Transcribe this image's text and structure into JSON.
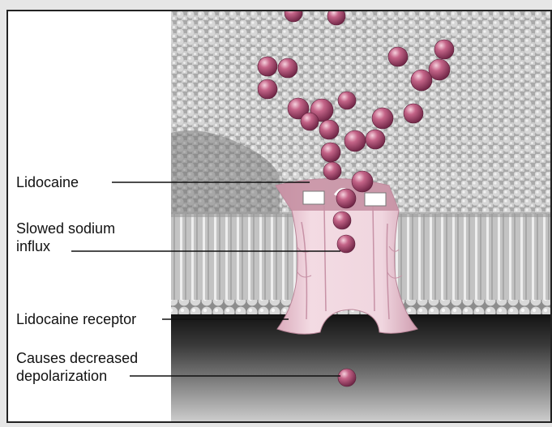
{
  "labels": {
    "lidocaine": "Lidocaine",
    "slowed_sodium_influx": "Slowed sodium\ninflux",
    "lidocaine_receptor": "Lidocaine receptor",
    "decreased_depolarization": "Causes decreased\ndepolarization"
  },
  "colors": {
    "background": "#e6e6e6",
    "frame_border": "#222222",
    "panel_left": "#ffffff",
    "membrane_bead": "#d4d4d4",
    "lidocaine_molecule": "#b14d72",
    "receptor_channel": "#ebcbd6",
    "receptor_cap": "#c48ea1",
    "leader_line": "#111111"
  }
}
